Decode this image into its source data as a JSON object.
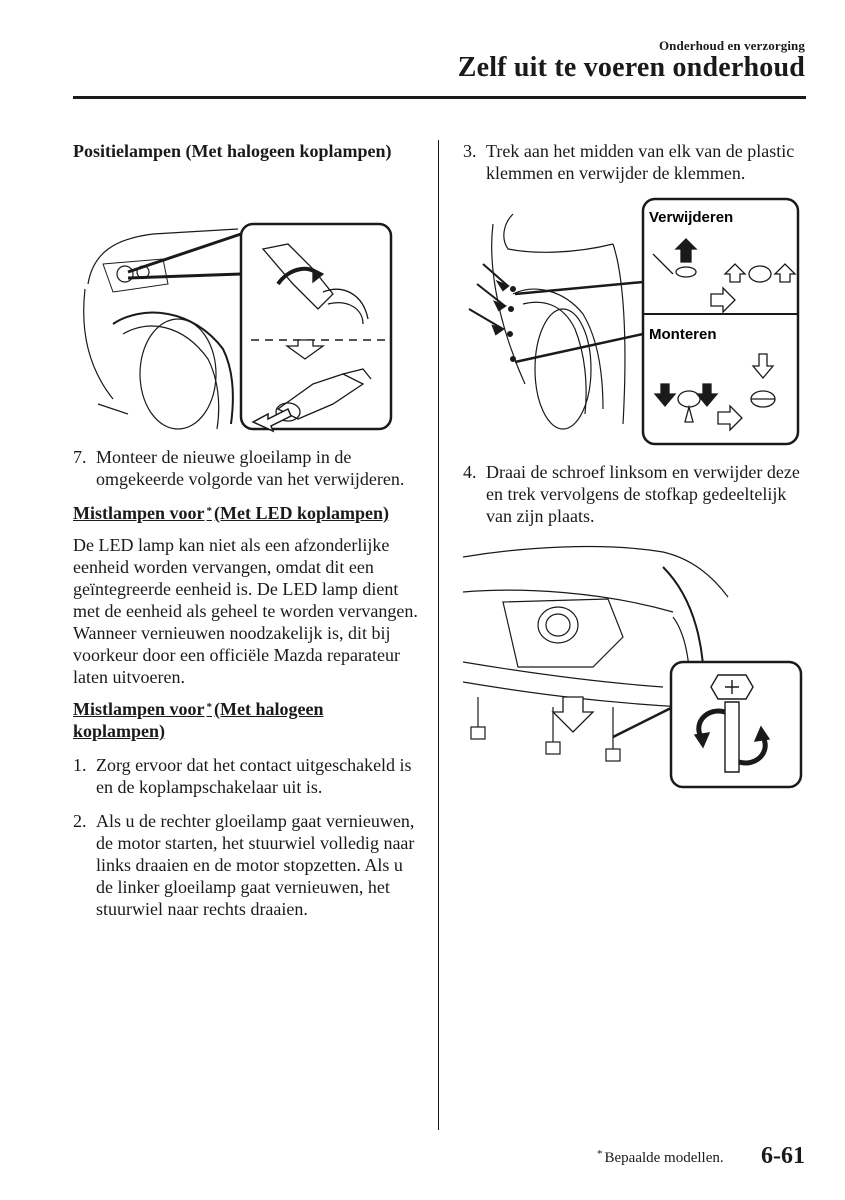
{
  "header": {
    "section": "Onderhoud en verzorging",
    "title": "Zelf uit te voeren onderhoud"
  },
  "left": {
    "heading1": "Positielampen (Met halogeen koplampen)",
    "step7": {
      "num": "7.",
      "text": "Monteer de nieuwe gloeilamp in de omgekeerde volgorde van het verwijderen."
    },
    "heading2_pre": "Mistlampen voor",
    "heading2_post": "(Met LED koplampen)",
    "para": "De LED lamp kan niet als een afzonderlijke eenheid worden vervangen, omdat dit een geïntegreerde eenheid is. De LED lamp dient met de eenheid als geheel te worden vervangen. Wanneer vernieuwen noodzakelijk is, dit bij voorkeur door een officiële Mazda reparateur laten uitvoeren.",
    "heading3_pre": "Mistlampen voor",
    "heading3_post": "(Met halogeen koplampen)",
    "step1": {
      "num": "1.",
      "text": "Zorg ervoor dat het contact uitgeschakeld is en de koplampschakelaar uit is."
    },
    "step2": {
      "num": "2.",
      "text": "Als u de rechter gloeilamp gaat vernieuwen, de motor starten, het stuurwiel volledig naar links draaien en de motor stopzetten. Als u de linker gloeilamp gaat vernieuwen, het stuurwiel naar rechts draaien."
    }
  },
  "right": {
    "step3": {
      "num": "3.",
      "text": "Trek aan het midden van elk van de plastic klemmen en verwijder de klemmen."
    },
    "fig_label_remove": "Verwijderen",
    "fig_label_install": "Monteren",
    "step4": {
      "num": "4.",
      "text": "Draai de schroef linksom en verwijder deze en trek vervolgens de stofkap gedeeltelijk van zijn plaats."
    }
  },
  "footer": {
    "star": "*",
    "note": "Bepaalde modellen.",
    "page": "6-61"
  }
}
